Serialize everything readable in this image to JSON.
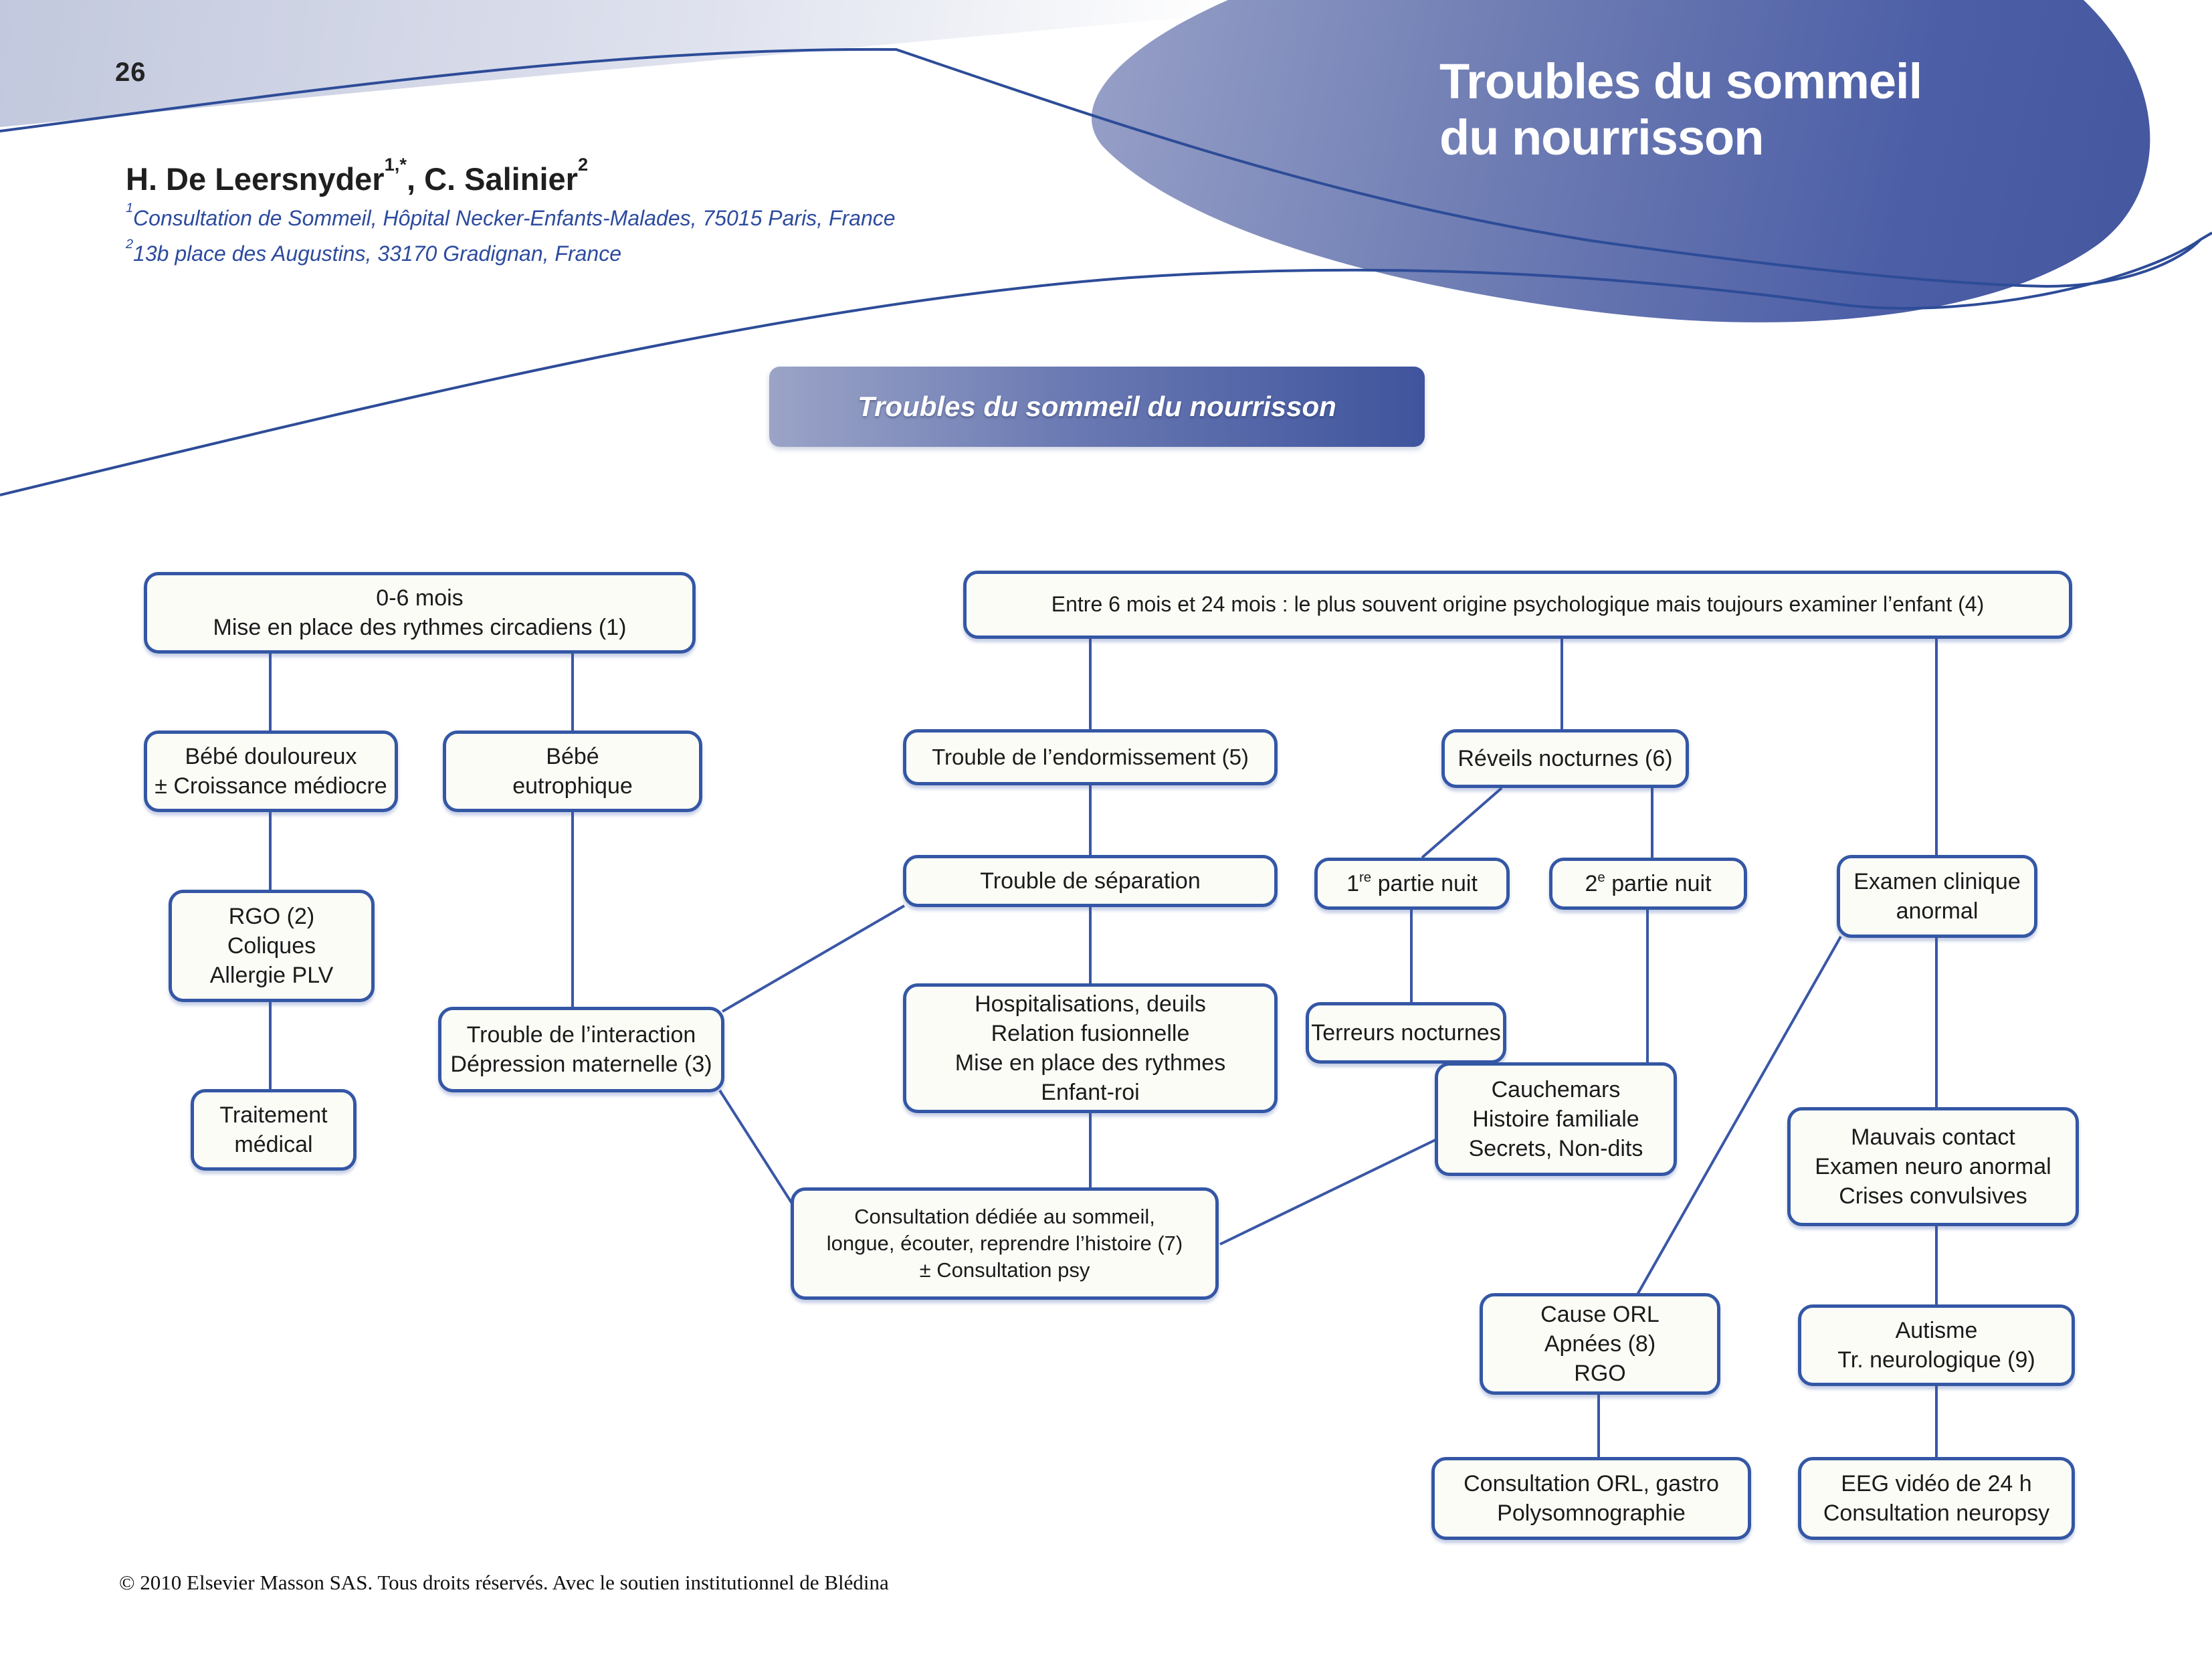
{
  "page": {
    "number": "26"
  },
  "header": {
    "title_line1": "Troubles du sommeil",
    "title_line2": "du nourrisson",
    "authors": {
      "text_1": "H. De Leersnyder",
      "sup_1": "1,*",
      "text_2": ", C. Salinier",
      "sup_2": "2"
    },
    "affiliations": [
      {
        "sup": "1",
        "text": "Consultation de Sommeil, Hôpital Necker-Enfants-Malades, 75015 Paris, France"
      },
      {
        "sup": "2",
        "text": "13b place des Augustins, 33170 Gradignan, France"
      }
    ]
  },
  "banner": {
    "label": "Troubles du sommeil du nourrisson"
  },
  "flowchart": {
    "boxes": [
      {
        "id": "months-0-6",
        "lines": [
          "0-6 mois",
          "Mise en place des rythmes circadiens (1)"
        ]
      },
      {
        "id": "months-6-24",
        "lines": [
          "Entre 6 mois et 24 mois : le plus souvent origine psychologique mais toujours examiner l’enfant (4)"
        ]
      },
      {
        "id": "painful-baby",
        "lines": [
          "Bébé douloureux",
          "± Croissance médiocre"
        ]
      },
      {
        "id": "eutrophic-baby",
        "lines": [
          "Bébé",
          "eutrophique"
        ]
      },
      {
        "id": "rgo-colic-allergy",
        "lines": [
          "RGO (2)",
          "Coliques",
          "Allergie PLV"
        ]
      },
      {
        "id": "medical-treatment",
        "lines": [
          "Traitement",
          "médical"
        ]
      },
      {
        "id": "interaction-disorder",
        "lines": [
          "Trouble de l’interaction",
          "Dépression maternelle (3)"
        ]
      },
      {
        "id": "sleep-onset-disorder",
        "lines": [
          "Trouble de l’endormissement (5)"
        ]
      },
      {
        "id": "night-wakings",
        "lines": [
          "Réveils nocturnes (6)"
        ]
      },
      {
        "id": "separation-disorder",
        "lines": [
          "Trouble de séparation"
        ]
      },
      {
        "id": "first-part-night",
        "prefix": "1",
        "sup": "re",
        "rest": " partie nuit"
      },
      {
        "id": "second-part-night",
        "prefix": "2",
        "sup": "e",
        "rest": " partie nuit"
      },
      {
        "id": "abnormal-exam",
        "lines": [
          "Examen clinique",
          "anormal"
        ]
      },
      {
        "id": "hospitalizations",
        "lines": [
          "Hospitalisations, deuils",
          "Relation fusionnelle",
          "Mise en place des rythmes",
          "Enfant-roi"
        ]
      },
      {
        "id": "night-terrors",
        "lines": [
          "Terreurs nocturnes"
        ]
      },
      {
        "id": "nightmares",
        "lines": [
          "Cauchemars",
          "Histoire familiale",
          "Secrets, Non-dits"
        ]
      },
      {
        "id": "bad-contact",
        "lines": [
          "Mauvais contact",
          "Examen neuro anormal",
          "Crises convulsives"
        ]
      },
      {
        "id": "sleep-consultation",
        "lines": [
          "Consultation dédiée au sommeil,",
          "longue, écouter, reprendre l’histoire (7)",
          "± Consultation psy"
        ]
      },
      {
        "id": "orl-cause",
        "lines": [
          "Cause ORL",
          "Apnées (8)",
          "RGO"
        ]
      },
      {
        "id": "autism",
        "lines": [
          "Autisme",
          "Tr. neurologique (9)"
        ]
      },
      {
        "id": "orl-consultation",
        "lines": [
          "Consultation ORL, gastro",
          "Polysomnographie"
        ]
      },
      {
        "id": "eeg-video",
        "lines": [
          "EEG vidéo de 24 h",
          "Consultation neuropsy"
        ]
      }
    ],
    "edges": [
      {
        "from": "months-0-6",
        "to": "painful-baby"
      },
      {
        "from": "months-0-6",
        "to": "eutrophic-baby"
      },
      {
        "from": "painful-baby",
        "to": "rgo-colic-allergy"
      },
      {
        "from": "rgo-colic-allergy",
        "to": "medical-treatment"
      },
      {
        "from": "eutrophic-baby",
        "to": "interaction-disorder"
      },
      {
        "from": "interaction-disorder",
        "to": "separation-disorder"
      },
      {
        "from": "interaction-disorder",
        "to": "sleep-consultation"
      },
      {
        "from": "months-6-24",
        "to": "sleep-onset-disorder"
      },
      {
        "from": "months-6-24",
        "to": "night-wakings"
      },
      {
        "from": "months-6-24",
        "to": "abnormal-exam"
      },
      {
        "from": "sleep-onset-disorder",
        "to": "separation-disorder"
      },
      {
        "from": "night-wakings",
        "to": "first-part-night"
      },
      {
        "from": "night-wakings",
        "to": "second-part-night"
      },
      {
        "from": "separation-disorder",
        "to": "hospitalizations"
      },
      {
        "from": "first-part-night",
        "to": "night-terrors"
      },
      {
        "from": "second-part-night",
        "to": "nightmares"
      },
      {
        "from": "hospitalizations",
        "to": "sleep-consultation"
      },
      {
        "from": "nightmares",
        "to": "sleep-consultation"
      },
      {
        "from": "abnormal-exam",
        "to": "bad-contact"
      },
      {
        "from": "abnormal-exam",
        "to": "orl-cause"
      },
      {
        "from": "bad-contact",
        "to": "autism"
      },
      {
        "from": "orl-cause",
        "to": "orl-consultation"
      },
      {
        "from": "autism",
        "to": "eeg-video"
      }
    ]
  },
  "footer": {
    "copyright": "© 2010 Elsevier Masson SAS. Tous droits réservés. Avec le soutien institutionnel de Blédina"
  },
  "colors": {
    "accent_blue": "#3a57a6",
    "blob_dark": "#43569e",
    "blob_light": "#98a1c8",
    "band_light": "#c2c8dd",
    "affiliation_blue": "#2d4b9e",
    "box_fill": "#fcfcf7",
    "banner_left": "#9ba4c7",
    "banner_right": "#3f549d"
  }
}
